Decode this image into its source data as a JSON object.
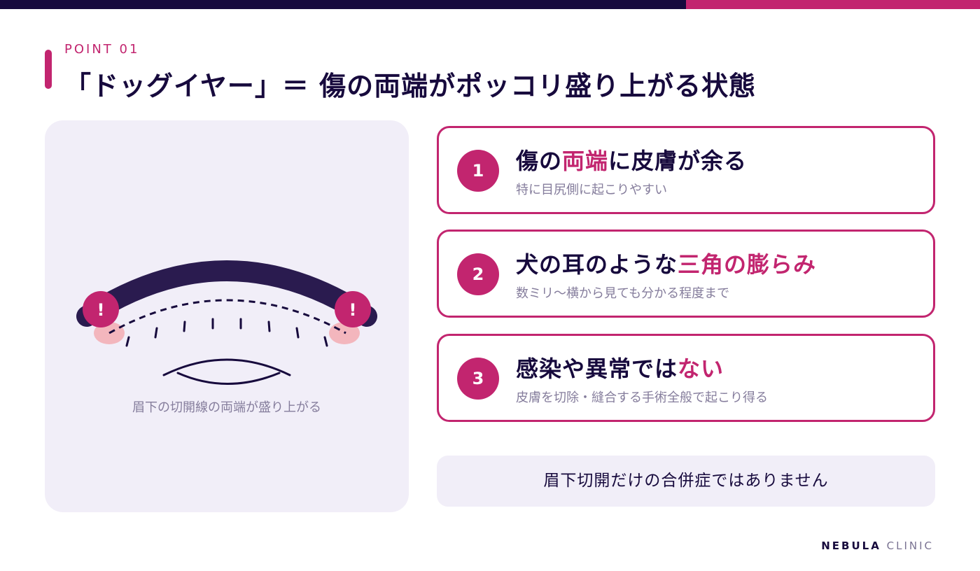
{
  "colors": {
    "navy": "#170a3d",
    "accent": "#c2256f",
    "panel": "#f1eef8",
    "muted": "#857d9c",
    "blush": "#f3b6bd"
  },
  "header": {
    "eyebrow": "POINT 01",
    "title": "「ドッグイヤー」＝ 傷の両端がポッコリ盛り上がる状態"
  },
  "illustration": {
    "caption": "眉下の切開線の両端が盛り上がる",
    "marker_symbol": "!"
  },
  "cards": [
    {
      "number": "1",
      "title_before": "傷の",
      "title_highlight": "両端",
      "title_after": "に皮膚が余る",
      "subtitle": "特に目尻側に起こりやすい"
    },
    {
      "number": "2",
      "title_before": "犬の耳のような",
      "title_highlight": "三角の膨らみ",
      "title_after": "",
      "subtitle": "数ミリ〜横から見ても分かる程度まで"
    },
    {
      "number": "3",
      "title_before": "感染や異常では",
      "title_highlight": "ない",
      "title_after": "",
      "subtitle": "皮膚を切除・縫合する手術全般で起こり得る"
    }
  ],
  "note": "眉下切開だけの合併症ではありません",
  "footer": {
    "brand_primary": "NEBULA",
    "brand_secondary": "CLINIC"
  }
}
